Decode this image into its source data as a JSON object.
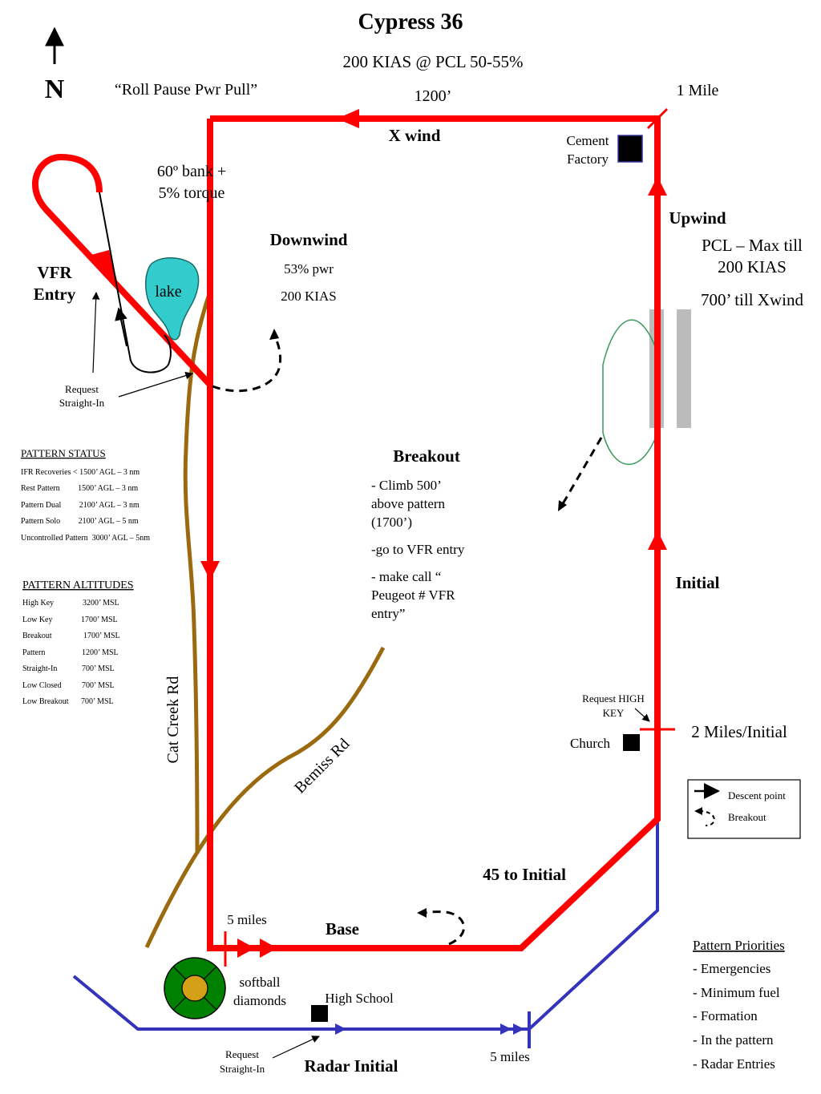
{
  "title": "Cypress 36",
  "subtitle": "200 KIAS @ PCL 50-55%",
  "north": "N",
  "roll_pause": "“Roll Pause Pwr Pull”",
  "pattern_altitude": "1200’",
  "one_mile": "1 Mile",
  "xwind": "X wind",
  "cement_factory": [
    "Cement",
    "Factory"
  ],
  "bank": [
    "60º bank +",
    "5% torque"
  ],
  "upwind": "Upwind",
  "upwind_notes": [
    "PCL – Max till",
    "200 KIAS",
    "700’ till Xwind"
  ],
  "downwind": "Downwind",
  "downwind_notes": [
    "53% pwr",
    "200 KIAS"
  ],
  "vfr_entry": [
    "VFR",
    "Entry"
  ],
  "lake": "lake",
  "request_straight_in": [
    "Request",
    "Straight-In"
  ],
  "pattern_status": {
    "heading": "PATTERN STATUS",
    "rows": [
      "IFR Recoveries < 1500’ AGL – 3 nm",
      "Rest Pattern         1500’ AGL – 3 nm",
      "Pattern Dual         2100’ AGL – 3 nm",
      "Pattern Solo         2100’ AGL – 5 nm",
      "Uncontrolled Pattern  3000’ AGL – 5nm"
    ]
  },
  "pattern_altitudes": {
    "heading": "PATTERN ALTITUDES",
    "rows": [
      {
        "name": "High Key",
        "value": "3200’ MSL"
      },
      {
        "name": "Low Key",
        "value": "1700’ MSL"
      },
      {
        "name": "Breakout",
        "value": "1700’ MSL"
      },
      {
        "name": "Pattern",
        "value": "1200’ MSL"
      },
      {
        "name": "Straight-In",
        "value": "700’ MSL"
      },
      {
        "name": "Low Closed",
        "value": "700’ MSL"
      },
      {
        "name": "Low Breakout",
        "value": "700’ MSL"
      }
    ]
  },
  "breakout": {
    "heading": "Breakout",
    "lines": [
      "- Climb 500’",
      "above pattern",
      "(1700’)",
      "-go to VFR entry",
      "- make call “",
      "Peugeot # VFR",
      "entry”"
    ]
  },
  "initial": "Initial",
  "request_high_key": [
    "Request HIGH",
    "KEY"
  ],
  "two_miles_initial": "2 Miles/Initial",
  "church": "Church",
  "legend": {
    "descent_point": "Descent point",
    "breakout": "Breakout"
  },
  "cat_creek_rd": "Cat Creek Rd",
  "bemiss_rd": "Bemiss Rd",
  "forty_five_to_initial": "45 to Initial",
  "five_miles_base": "5 miles",
  "base": "Base",
  "softball": [
    "softball",
    "diamonds"
  ],
  "high_school": "High School",
  "radar_initial": "Radar Initial",
  "five_miles_radar": "5 miles",
  "pattern_priorities": {
    "heading": "Pattern Priorities",
    "items": [
      "- Emergencies",
      "- Minimum fuel",
      "- Formation",
      "- In the pattern",
      "- Radar Entries"
    ]
  },
  "colors": {
    "pattern": "#ff0000",
    "radar": "#3333bb",
    "road": "#9b6a0f",
    "lake": "#33cccc",
    "runway": "#bbbbbb",
    "softball_outer": "#008000",
    "softball_inner": "#d4a017"
  }
}
